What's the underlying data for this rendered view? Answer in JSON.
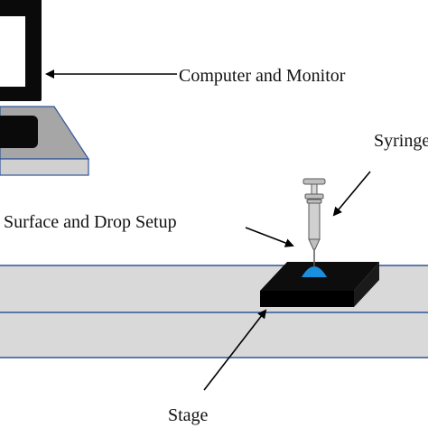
{
  "labels": {
    "computer": "Computer and Monitor",
    "syringe": "Syringe",
    "surface": "Surface and Drop Setup",
    "stage": "Stage"
  },
  "colors": {
    "monitor_body": "#0a0a0a",
    "monitor_screen": "#ffffff",
    "monitor_base": "#a6a6a6",
    "base_outline": "#2f5597",
    "table_fill": "#d9d9d9",
    "table_line": "#2f5597",
    "sample_block": "#0d0d0d",
    "droplet": "#1a8fe0",
    "syringe_metal": "#bfbfbf",
    "syringe_outline": "#595959",
    "arrow": "#000000"
  }
}
